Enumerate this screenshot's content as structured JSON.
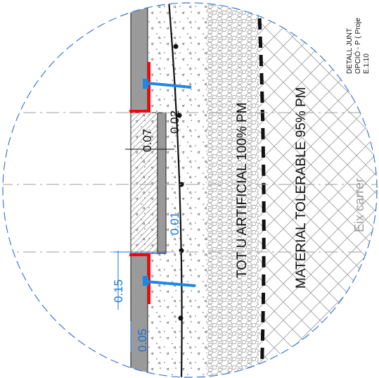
{
  "drawing": {
    "title_lines": [
      "DETALL JUNT",
      "OPCIÓ - P ( Proje",
      "E.1:10"
    ],
    "axis_label": "Eix carrer",
    "layer_1": "TOT U ARTIFICIAL 100% PM",
    "layer_2": "MATERIAL TOLERABLE 95% PM",
    "dim_a": "0.07",
    "dim_b": "0.02",
    "dim_c": "0.01",
    "dim_d": "0.15",
    "dim_e": "0.05"
  },
  "colors": {
    "circle": "#3c78d8",
    "dim_text": "#1a73d9",
    "red_plate": "#ff0000",
    "blue_bar": "#1e88e5",
    "axis_grey": "#9e9e9e",
    "gravel": "#8a8a8a",
    "slab_grey": "#9a9a9a"
  },
  "icons": [
    "detail-circle",
    "gravel-hatch",
    "crosshatch"
  ]
}
